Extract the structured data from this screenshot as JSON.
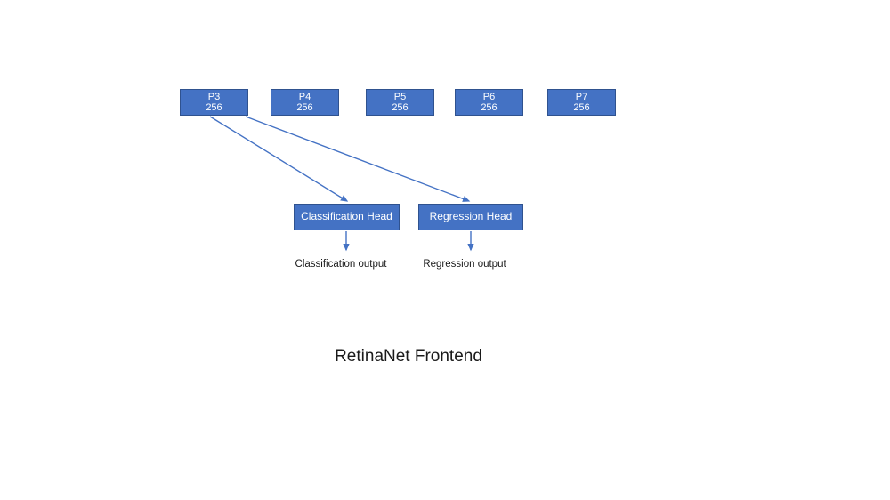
{
  "diagram": {
    "title": "RetinaNet Frontend",
    "background_color": "#FFFFFF",
    "node_fill_color": "#4472C4",
    "node_border_color": "#2F528F",
    "node_text_color": "#FFFFFF",
    "label_text_color": "#1A1A1A",
    "edge_color": "#4472C4",
    "pyramid_levels": [
      {
        "name": "P3",
        "channels": "256"
      },
      {
        "name": "P4",
        "channels": "256"
      },
      {
        "name": "P5",
        "channels": "256"
      },
      {
        "name": "P6",
        "channels": "256"
      },
      {
        "name": "P7",
        "channels": "256"
      }
    ],
    "heads": [
      {
        "label": "Classification Head",
        "output_label": "Classification output"
      },
      {
        "label": "Regression Head",
        "output_label": "Regression output"
      }
    ]
  }
}
